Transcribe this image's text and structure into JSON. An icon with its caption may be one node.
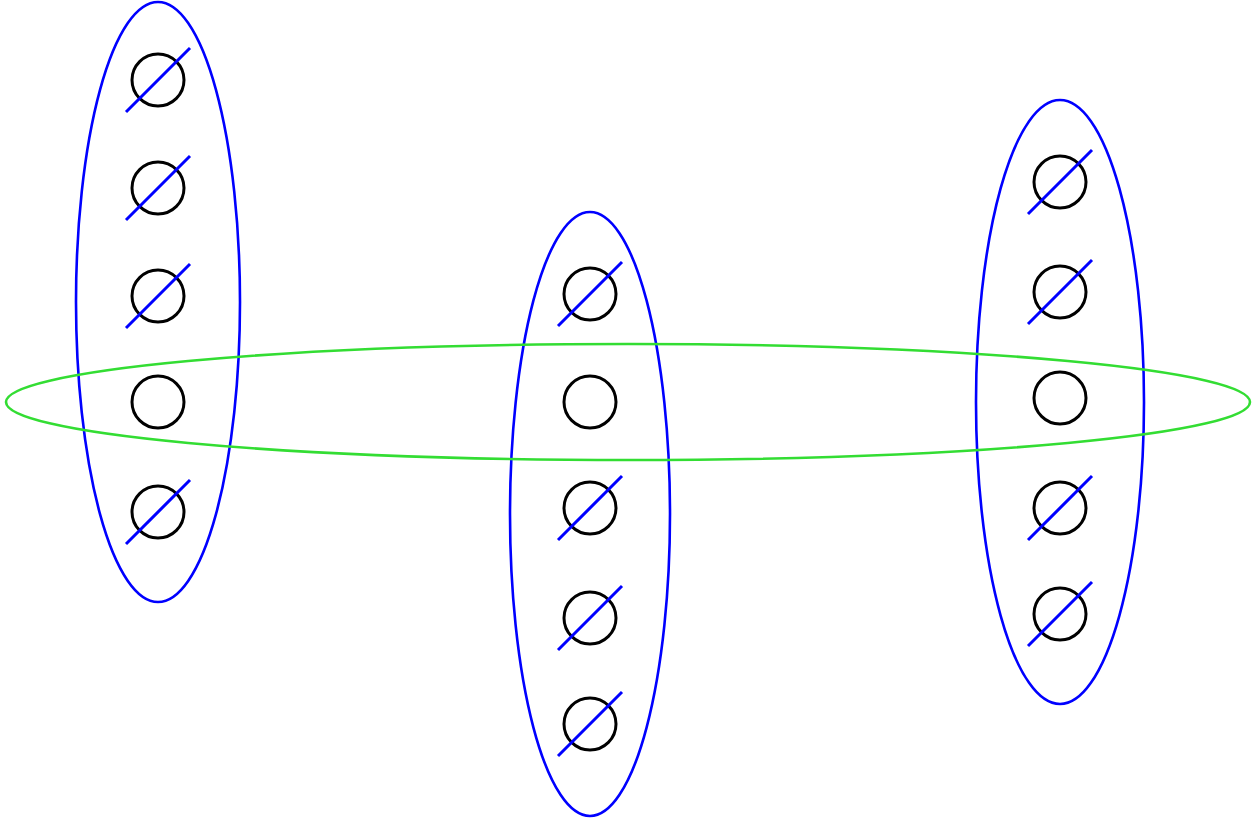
{
  "diagram": {
    "nodes": [
      {
        "text": [],
        "shape": "ellipse"
      },
      {
        "text": [],
        "shape": "slashed",
        "in": 0
      },
      {
        "text": [],
        "shape": "slashed",
        "in": 0
      },
      {
        "text": [],
        "shape": "slashed",
        "in": 0
      },
      {
        "text": [],
        "shape": "circle"
      },
      {
        "text": [],
        "shape": "slashed",
        "in": 0
      },
      {
        "text": [],
        "shape": "ellipse"
      },
      {
        "text": [],
        "shape": "slashed",
        "in": 6
      },
      {
        "text": [],
        "shape": "circle"
      },
      {
        "text": [],
        "shape": "slashed",
        "in": 6
      },
      {
        "text": [],
        "shape": "slashed",
        "in": 6
      },
      {
        "text": [],
        "shape": "slashed",
        "in": 6
      },
      {
        "text": [],
        "shape": "ellipse"
      },
      {
        "text": [],
        "shape": "slashed",
        "in": 12
      },
      {
        "text": [],
        "shape": "slashed",
        "in": 12
      },
      {
        "text": [],
        "shape": "circle"
      },
      {
        "text": [],
        "shape": "slashed",
        "in": 12
      },
      {
        "text": [],
        "shape": "slashed",
        "in": 12
      },
      {
        "text": [],
        "shape": "band"
      }
    ]
  }
}
